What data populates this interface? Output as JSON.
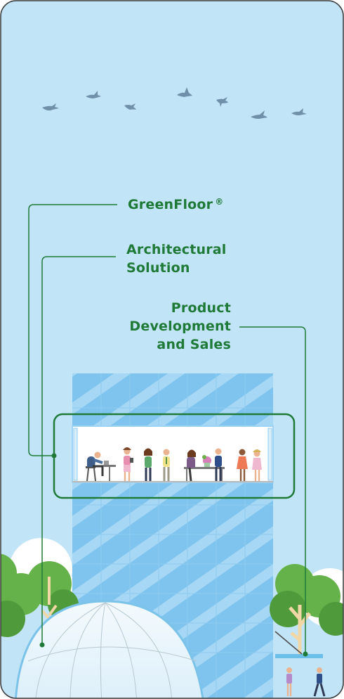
{
  "labels": {
    "greenfloor": "GreenFloor",
    "greenfloor_mark": "®",
    "architectural": [
      "Architectural",
      "Solution"
    ],
    "product": [
      "Product",
      "Development",
      "and Sales"
    ]
  },
  "colors": {
    "sky": "#c2e4f7",
    "frame_border": "#3a3a3a",
    "building": "#7fc4ee",
    "building_stripe": "#a6d7f5",
    "callout_green": "#1e7a36",
    "tree_green": "#66b24a",
    "tree_dark": "#4f9a3a",
    "bird": "#6f90a8",
    "dome": "#e8f4fb"
  }
}
